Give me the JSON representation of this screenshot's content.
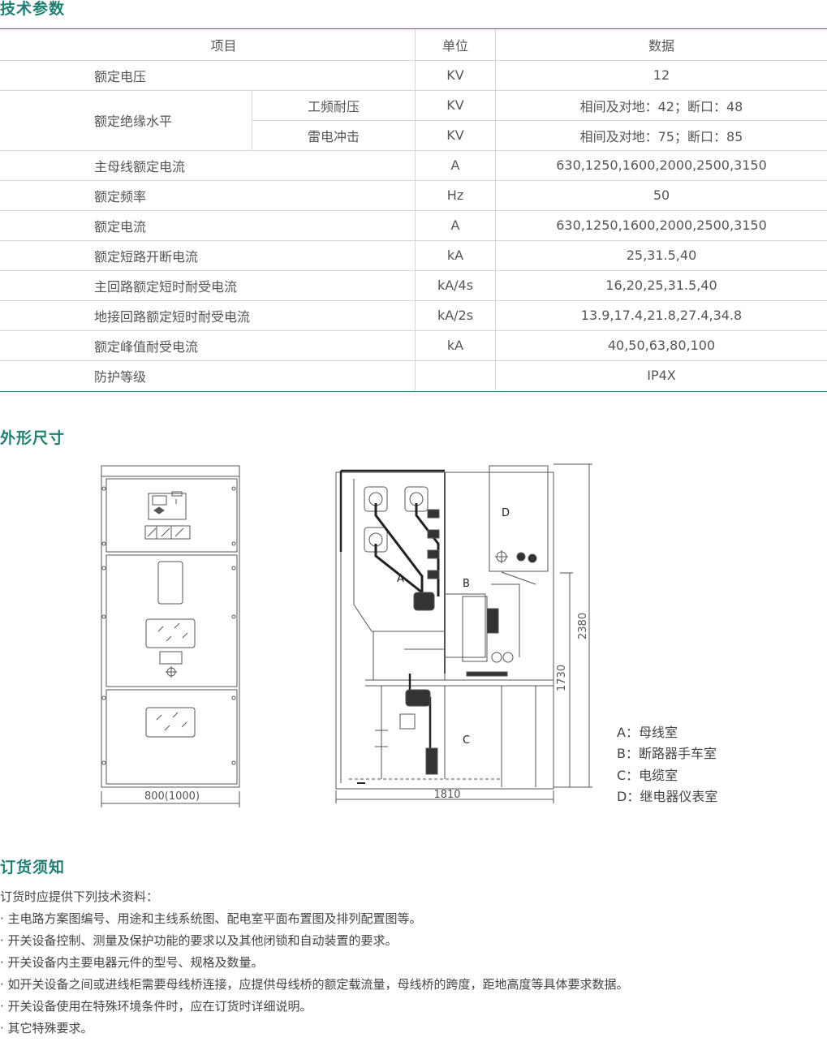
{
  "sections": {
    "tech_params": "技术参数",
    "dimensions": "外形尺寸",
    "ordering": "订货须知"
  },
  "table": {
    "headers": {
      "item": "项目",
      "unit": "单位",
      "value": "数据"
    },
    "rows": [
      {
        "item": "额定电压",
        "unit": "KV",
        "value": "12"
      },
      {
        "item": "额定绝缘水平",
        "sub": "工频耐压",
        "unit": "KV",
        "value": "相间及对地：42；断口：48"
      },
      {
        "sub": "雷电冲击",
        "unit": "KV",
        "value": "相间及对地：75；断口：85"
      },
      {
        "item": "主母线额定电流",
        "unit": "A",
        "value": "630,1250,1600,2000,2500,3150"
      },
      {
        "item": "额定频率",
        "unit": "Hz",
        "value": "50"
      },
      {
        "item": "额定电流",
        "unit": "A",
        "value": "630,1250,1600,2000,2500,3150"
      },
      {
        "item": "额定短路开断电流",
        "unit": "kA",
        "value": "25,31.5,40"
      },
      {
        "item": "主回路额定短时耐受电流",
        "unit": "kA/4s",
        "value": "16,20,25,31.5,40"
      },
      {
        "item": "地接回路额定短时耐受电流",
        "unit": "kA/2s",
        "value": "13.9,17.4,21.8,27.4,34.8"
      },
      {
        "item": "额定峰值耐受电流",
        "unit": "kA",
        "value": "40,50,63,80,100"
      },
      {
        "item": "防护等级",
        "unit": "",
        "value": "IP4X"
      }
    ]
  },
  "drawing": {
    "front_width": "800(1000)",
    "side_depth": "1810",
    "height_total": "2380",
    "height_mid": "1730",
    "zone_a": "A",
    "zone_b": "B",
    "zone_c": "C",
    "zone_d": "D",
    "legend": [
      "A：母线室",
      "B：断路器手车室",
      "C：电缆室",
      "D：继电器仪表室"
    ]
  },
  "ordering": {
    "intro": "订货时应提供下列技术资料：",
    "items": [
      "· 主电路方案图编号、用途和主线系统图、配电室平面布置图及排列配置图等。",
      "· 开关设备控制、测量及保护功能的要求以及其他闭锁和自动装置的要求。",
      "· 开关设备内主要电器元件的型号、规格及数量。",
      "· 如开关设备之间或进线柜需要母线桥连接，应提供母线桥的额定载流量，母线桥的跨度，距地高度等具体要求数据。",
      "· 开关设备使用在特殊环境条件时，应在订货时详细说明。",
      "· 其它特殊要求。"
    ]
  },
  "colors": {
    "accent": "#1f7f72"
  }
}
